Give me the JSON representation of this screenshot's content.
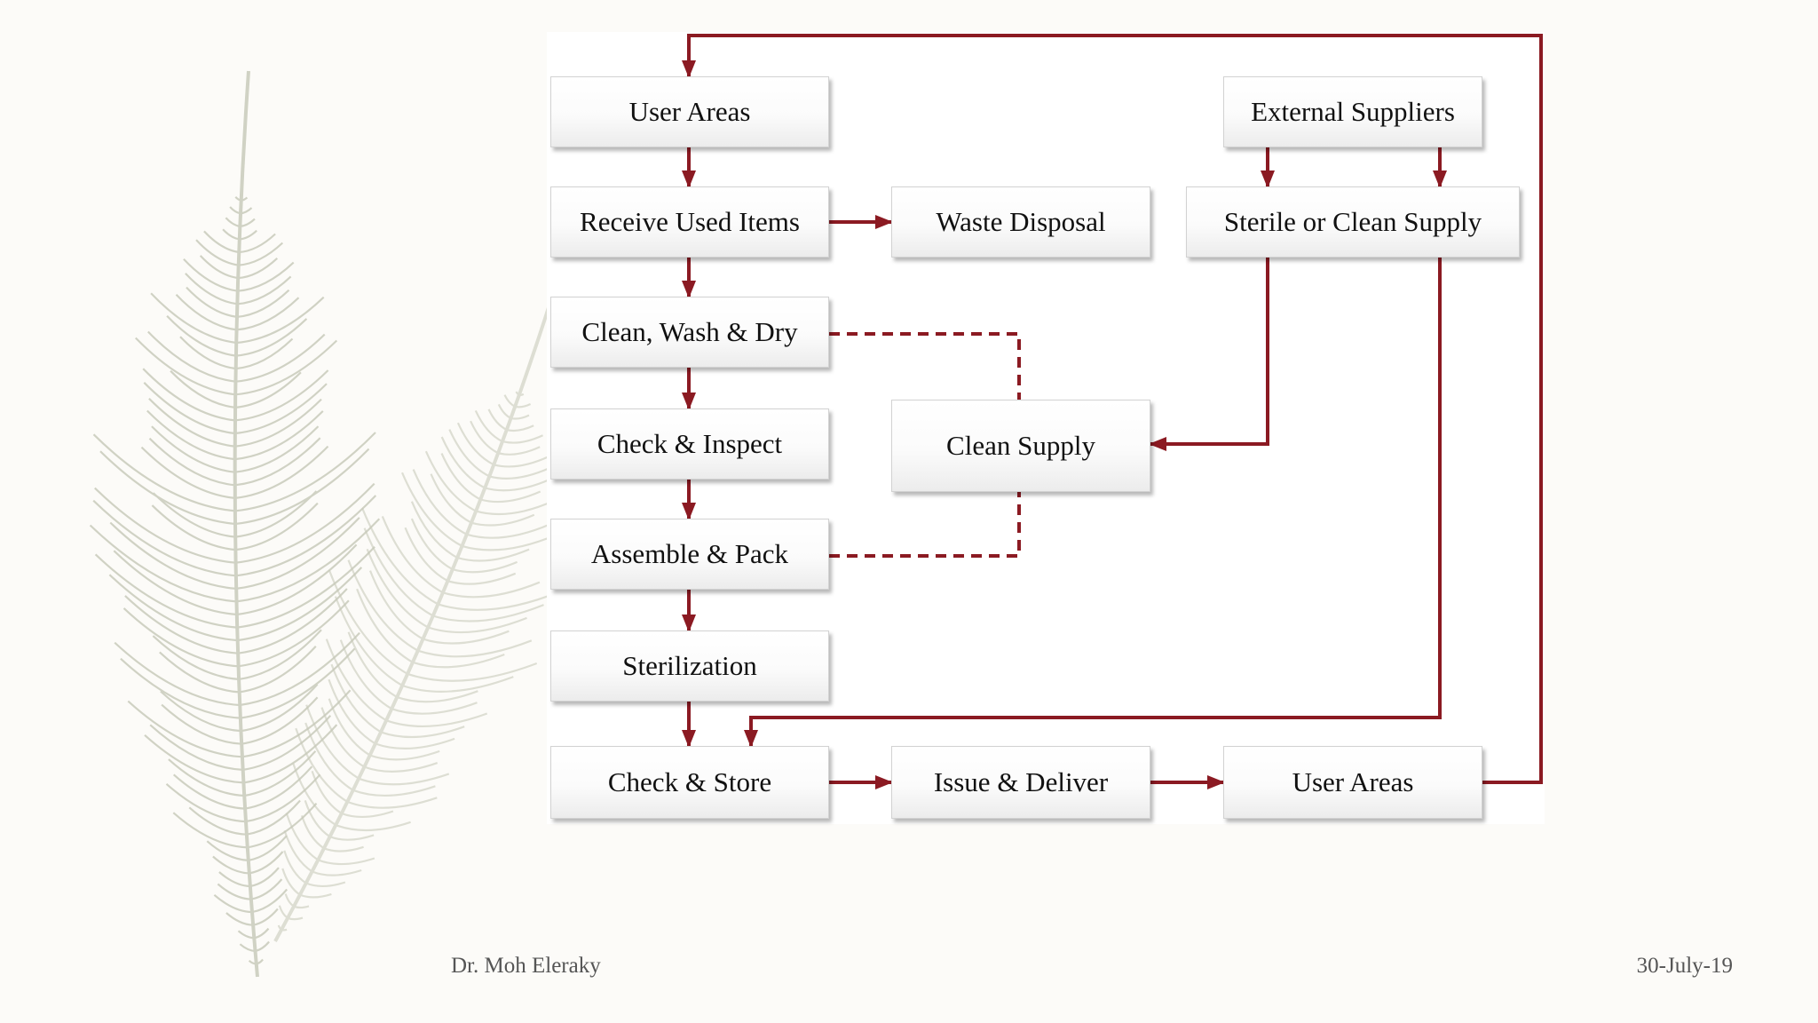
{
  "diagram": {
    "nodes": {
      "user_areas_top": "User Areas",
      "receive_used_items": "Receive Used Items",
      "clean_wash_dry": "Clean, Wash & Dry",
      "check_inspect": "Check & Inspect",
      "assemble_pack": "Assemble & Pack",
      "sterilization": "Sterilization",
      "check_store": "Check & Store",
      "waste_disposal": "Waste Disposal",
      "clean_supply": "Clean Supply",
      "issue_deliver": "Issue & Deliver",
      "external_suppliers": "External Suppliers",
      "sterile_clean_supply": "Sterile or Clean Supply",
      "user_areas_bottom": "User Areas"
    },
    "edges": [
      {
        "from": "user_areas_top",
        "to": "receive_used_items",
        "style": "solid"
      },
      {
        "from": "receive_used_items",
        "to": "clean_wash_dry",
        "style": "solid"
      },
      {
        "from": "receive_used_items",
        "to": "waste_disposal",
        "style": "solid"
      },
      {
        "from": "clean_wash_dry",
        "to": "check_inspect",
        "style": "solid"
      },
      {
        "from": "check_inspect",
        "to": "assemble_pack",
        "style": "solid"
      },
      {
        "from": "assemble_pack",
        "to": "sterilization",
        "style": "solid"
      },
      {
        "from": "sterilization",
        "to": "check_store",
        "style": "solid"
      },
      {
        "from": "check_store",
        "to": "issue_deliver",
        "style": "solid"
      },
      {
        "from": "issue_deliver",
        "to": "user_areas_bottom",
        "style": "solid"
      },
      {
        "from": "user_areas_bottom",
        "to": "user_areas_top",
        "style": "solid"
      },
      {
        "from": "external_suppliers",
        "to": "sterile_clean_supply",
        "style": "solid"
      },
      {
        "from": "sterile_clean_supply",
        "to": "clean_supply",
        "style": "solid"
      },
      {
        "from": "sterile_clean_supply",
        "to": "check_store",
        "style": "solid"
      },
      {
        "from": "clean_wash_dry",
        "to": "clean_supply",
        "style": "dashed"
      },
      {
        "from": "assemble_pack",
        "to": "clean_supply",
        "style": "dashed"
      }
    ]
  },
  "colors": {
    "arrow": "#8b1a22",
    "feather": "#c9cbbb",
    "background": "#fcfbf8"
  },
  "footer": {
    "author": "Dr. Moh Eleraky",
    "date": "30-July-19"
  }
}
